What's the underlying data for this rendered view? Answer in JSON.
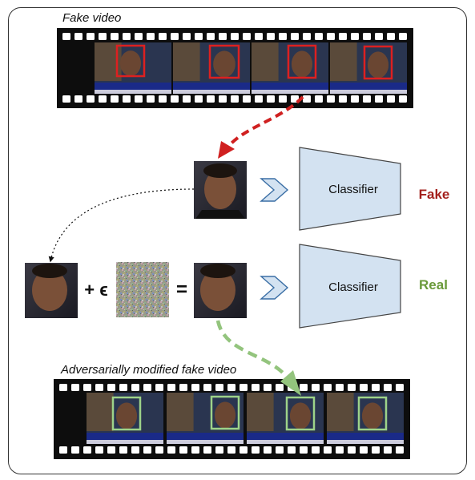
{
  "top_title": "Fake video",
  "bottom_title": "Adversarially modified fake video",
  "classifier_label": "Classifier",
  "output_fake": "Fake",
  "output_real": "Real",
  "plus_epsilon": "+ ϵ",
  "equals": "=",
  "colors": {
    "fake": "#a3201c",
    "real": "#6a9a3a",
    "classifier_fill": "#d3e2f1",
    "red_box": "#dd2020",
    "green_box": "#9dd389"
  }
}
